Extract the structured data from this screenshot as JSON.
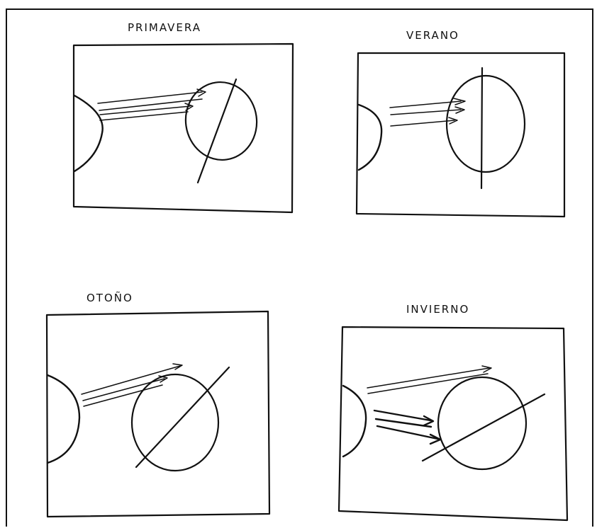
{
  "panels": [
    {
      "key": "primavera",
      "title": "PRIMAVERA",
      "arrow_count": 3,
      "axis_tilt": "tilted"
    },
    {
      "key": "verano",
      "title": "VERANO",
      "arrow_count": 3,
      "axis_tilt": "vertical"
    },
    {
      "key": "otono",
      "title": "OTOÑO",
      "arrow_count": 3,
      "axis_tilt": "tilted"
    },
    {
      "key": "invierno",
      "title": "INVIERNO",
      "arrow_count": 4,
      "axis_tilt": "tilted"
    }
  ],
  "colors": {
    "ink": "#111111",
    "paper": "#ffffff"
  }
}
